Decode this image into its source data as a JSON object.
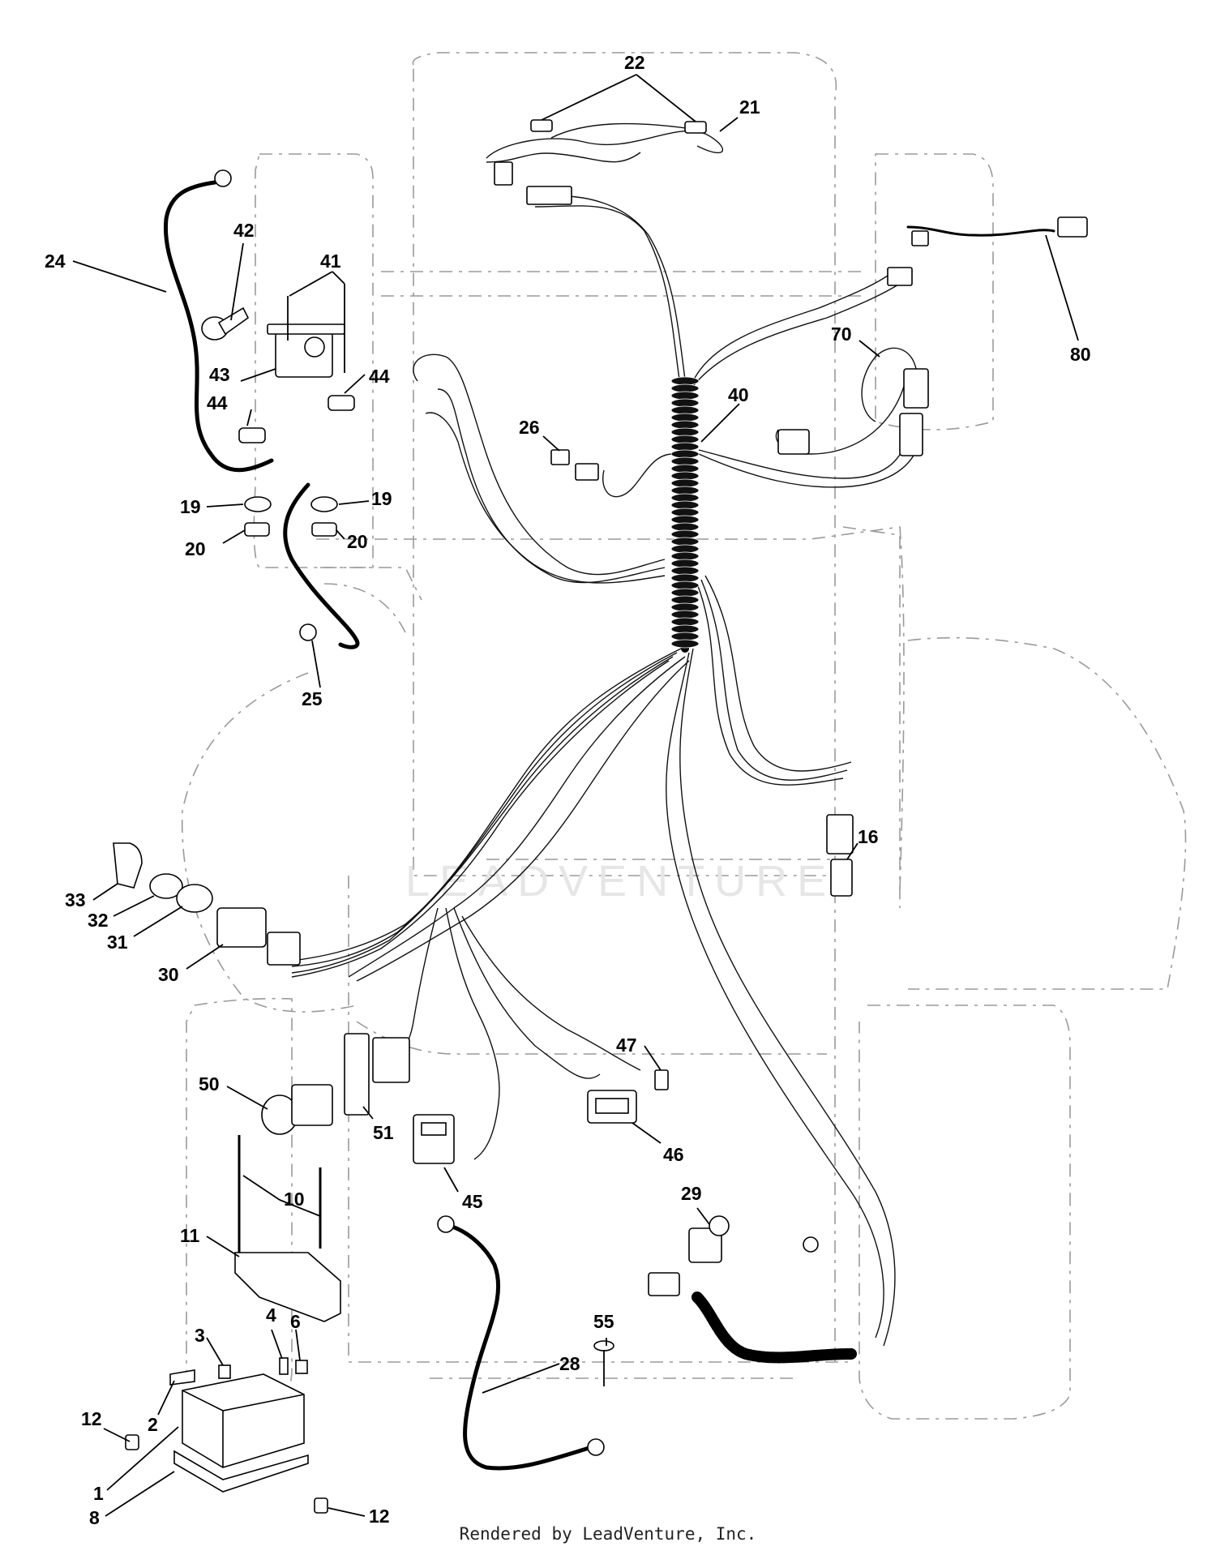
{
  "footer": "Rendered by LeadVenture, Inc.",
  "watermark": "LEADVENTURE",
  "callouts": {
    "c1": "1",
    "c2": "2",
    "c3": "3",
    "c4": "4",
    "c6": "6",
    "c8": "8",
    "c10": "10",
    "c11": "11",
    "c12a": "12",
    "c12b": "12",
    "c16": "16",
    "c19a": "19",
    "c19b": "19",
    "c20a": "20",
    "c20b": "20",
    "c21": "21",
    "c22": "22",
    "c24": "24",
    "c25": "25",
    "c26": "26",
    "c28": "28",
    "c29": "29",
    "c30": "30",
    "c31": "31",
    "c32": "32",
    "c33": "33",
    "c40": "40",
    "c41": "41",
    "c42": "42",
    "c43": "43",
    "c44a": "44",
    "c44b": "44",
    "c45": "45",
    "c46": "46",
    "c47": "47",
    "c50": "50",
    "c51": "51",
    "c55": "55",
    "c70": "70",
    "c80": "80"
  }
}
